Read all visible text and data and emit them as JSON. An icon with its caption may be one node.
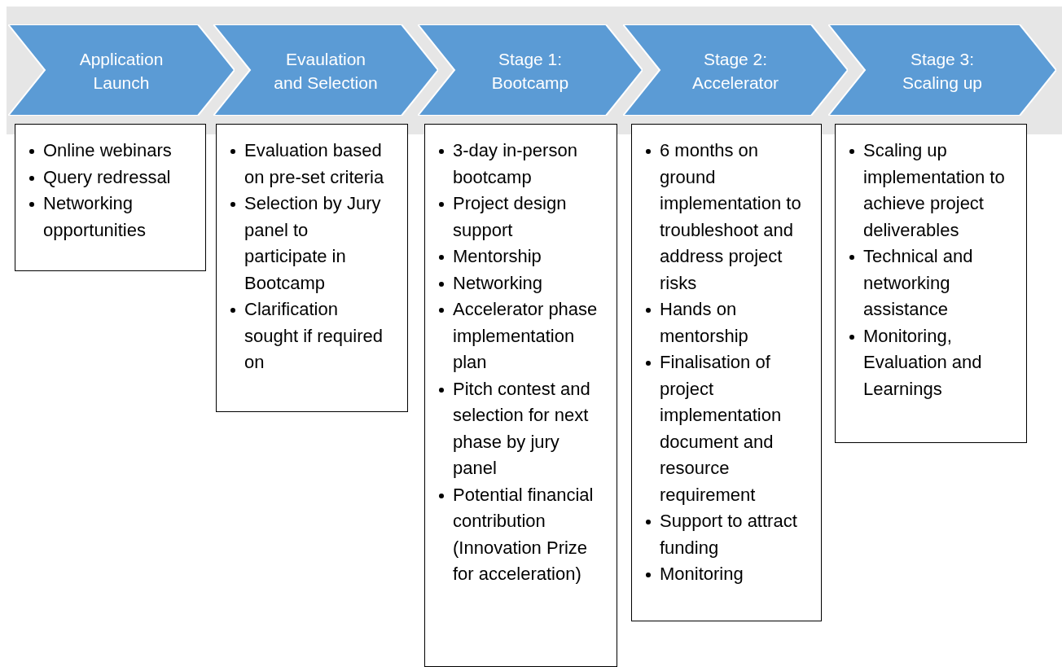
{
  "diagram": {
    "nodes": [
      {
        "text": [
          "Application Launch"
        ]
      },
      {
        "text": [
          "Evaulation and Selection"
        ]
      },
      {
        "text": [
          "Stage 1: Bootcamp"
        ]
      },
      {
        "text": [
          "Stage 2: Accelerator"
        ]
      },
      {
        "text": [
          "Stage 3: Scaling up"
        ]
      },
      {
        "text": [
          "Online webinars",
          "Query redressal",
          "Networking opportunities"
        ]
      },
      {
        "text": [
          "Evaluation based on pre-set criteria",
          "Selection by Jury panel to participate in Bootcamp",
          "Clarification sought if required on"
        ]
      },
      {
        "text": [
          "3-day in-person bootcamp",
          "Project design support",
          "Mentorship",
          "Networking",
          "Accelerator phase implementation plan",
          "Pitch contest and selection for next phase by jury panel",
          "Potential financial contribution (Innovation Prize for acceleration)"
        ]
      },
      {
        "text": [
          "6 months on ground implementation to troubleshoot and address project risks",
          "Hands on mentorship",
          "Finalisation of project implementation document and resource requirement",
          "Support to attract funding",
          "Monitoring"
        ]
      },
      {
        "text": [
          "Scaling up implementation to achieve project deliverables",
          "Technical and networking assistance",
          "Monitoring, Evaluation and Learnings"
        ]
      }
    ]
  }
}
